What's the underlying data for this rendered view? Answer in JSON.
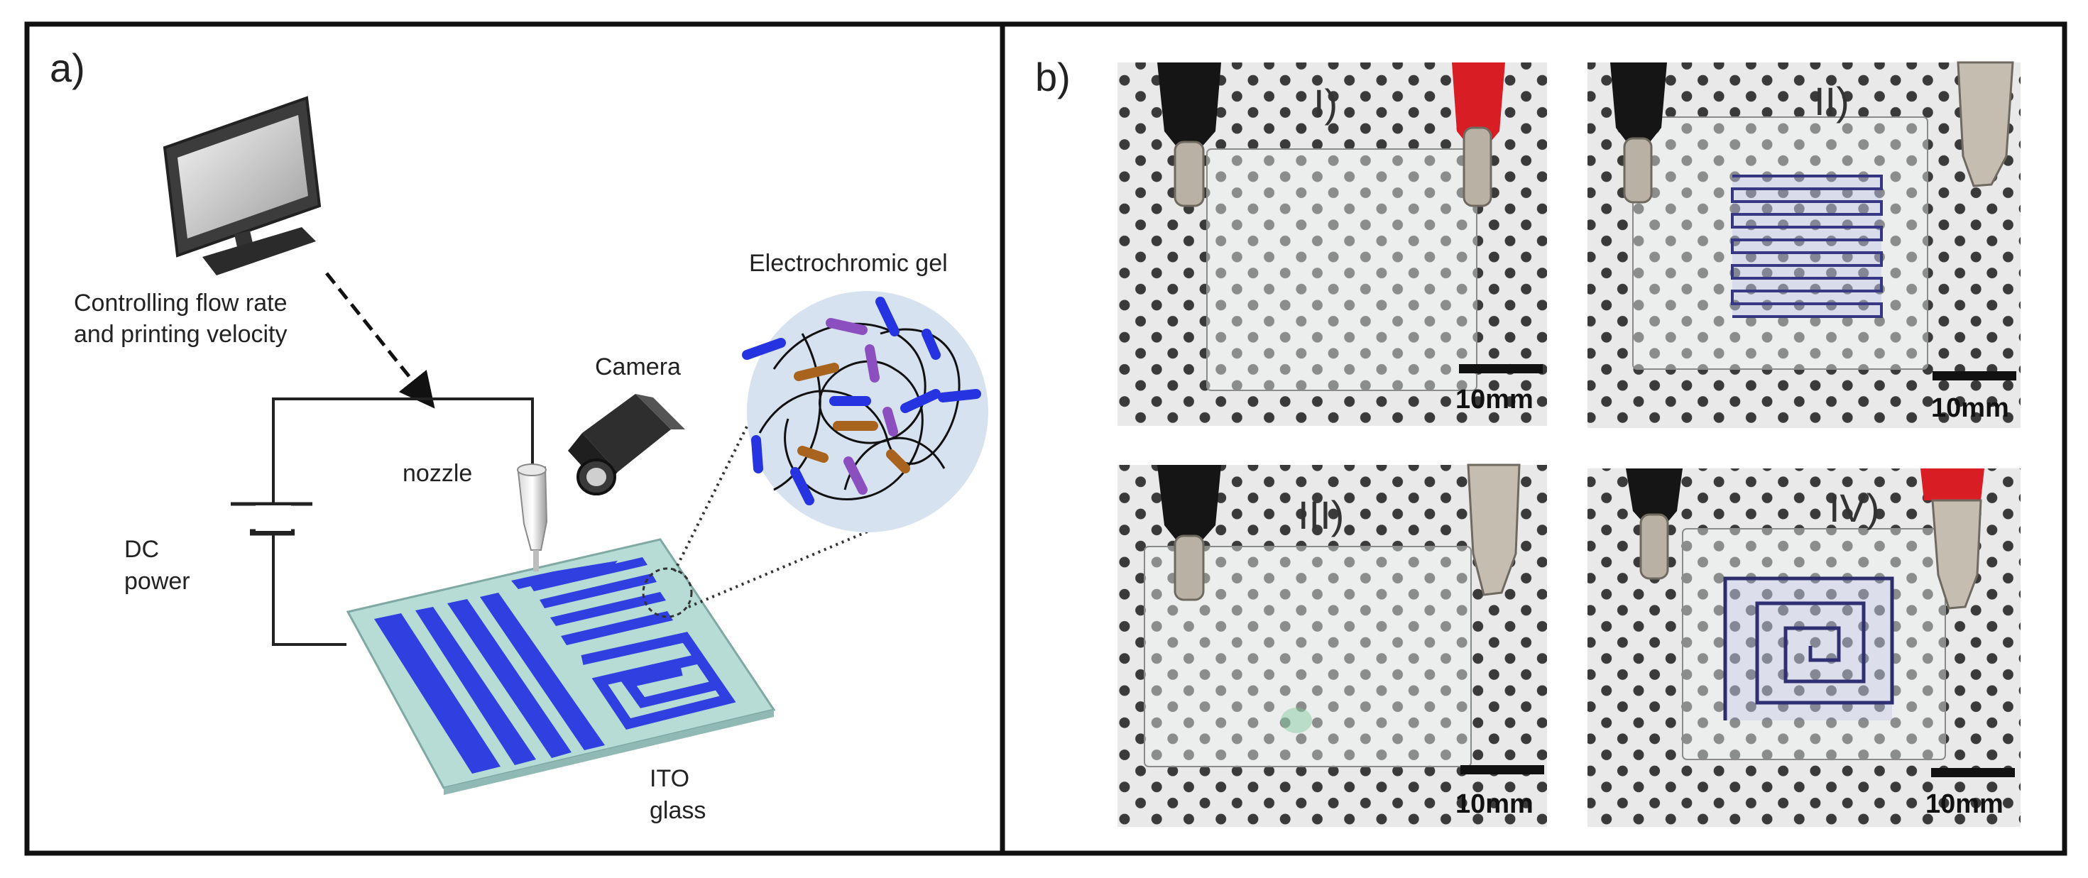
{
  "panel_a": {
    "letter": "a)",
    "control_text_line1": "Controlling flow rate",
    "control_text_line2": "and printing velocity",
    "camera_label": "Camera",
    "gel_label": "Electrochromic gel",
    "nozzle_label": "nozzle",
    "dc_label_line1": "DC",
    "dc_label_line2": "power",
    "ito_label_line1": "ITO",
    "ito_label_line2": "glass",
    "colors": {
      "print_blue": "#2f3fe0",
      "glass": "#b7dcd6",
      "gel_bg": "#d7e2f0",
      "rod_brown": "#a8641e",
      "rod_purple": "#8b4fc0",
      "rod_blue": "#2533e0"
    }
  },
  "panel_b": {
    "letter": "b)",
    "photos": [
      {
        "label": "I)",
        "scale": "10mm",
        "pattern": "none"
      },
      {
        "label": "II)",
        "scale": "10mm",
        "pattern": "lines"
      },
      {
        "label": "III)",
        "scale": "10mm",
        "pattern": "none"
      },
      {
        "label": "IV)",
        "scale": "10mm",
        "pattern": "spiral"
      }
    ]
  }
}
